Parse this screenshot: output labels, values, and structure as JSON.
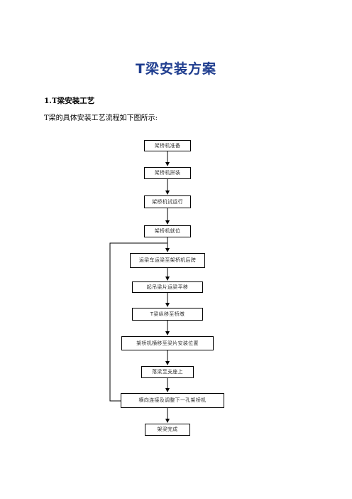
{
  "document": {
    "title": "T梁安装方案",
    "section_heading": "1.T梁安装工艺",
    "intro": "T梁的具体安装工艺流程如下图所示:"
  },
  "flowchart": {
    "steps": [
      "架桥机准备",
      "架桥机拼装",
      "架桥机试运行",
      "架桥机就位",
      "运梁车运梁至架桥机后跨",
      "起吊梁片运梁平移",
      "T梁纵移至桥墩",
      "架桥机横移至梁片安装位置",
      "落梁至支座上",
      "横向连接及调整下一孔架桥机",
      "架梁完成"
    ],
    "loop_back": "返回第5步"
  },
  "colors": {
    "title": "#1f3d8f",
    "line": "#000000"
  }
}
